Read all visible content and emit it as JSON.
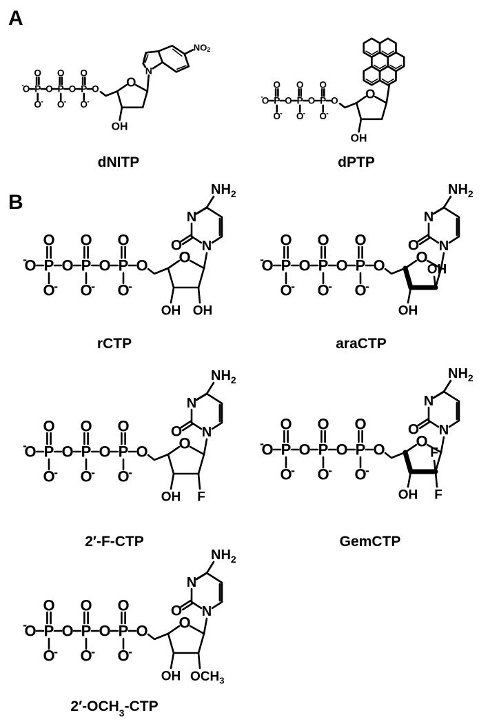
{
  "figure": {
    "panels": [
      {
        "label": "A"
      },
      {
        "label": "B"
      }
    ],
    "atoms": {
      "phosphorus": "P",
      "oxygen": "O",
      "oxygen_anion": "O",
      "charge_minus": "-",
      "nitrogen": "N",
      "hydroxyl": "OH",
      "amine": "NH",
      "subscript_two": "2",
      "fluorine": "F",
      "methoxy": "OCH",
      "subscript_three": "3",
      "nitro": "NO"
    },
    "molecules": [
      {
        "id": "dNITP",
        "caption": "dNITP"
      },
      {
        "id": "dPTP",
        "caption": "dPTP"
      },
      {
        "id": "rCTP",
        "caption": "rCTP"
      },
      {
        "id": "araCTP",
        "caption": "araCTP"
      },
      {
        "id": "2F-CTP",
        "caption": "2′-F-CTP"
      },
      {
        "id": "GemCTP",
        "caption": "GemCTP"
      },
      {
        "id": "2OCH3-CTP",
        "caption_prefix": "2′-OCH",
        "caption_sub": "3",
        "caption_suffix": "-CTP"
      }
    ]
  }
}
